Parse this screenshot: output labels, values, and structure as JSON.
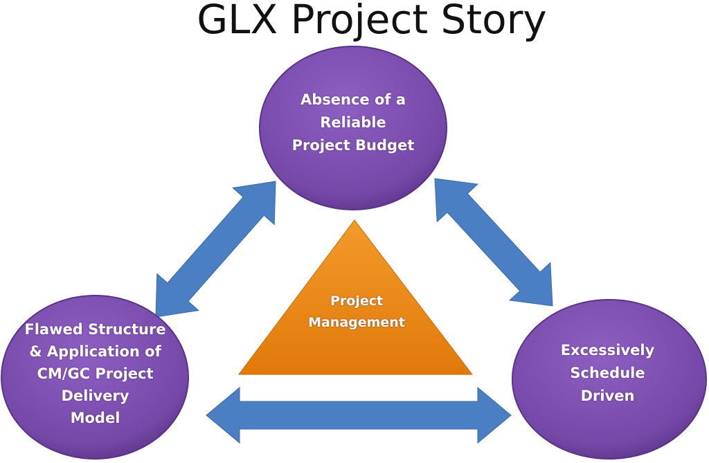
{
  "title": "GLX Project Story",
  "nodes": {
    "top": {
      "lines": [
        "Absence of a",
        "Reliable",
        "Project Budget"
      ]
    },
    "left": {
      "lines": [
        "Flawed Structure",
        "& Application of",
        "CM/GC Project",
        "Delivery",
        "Model"
      ]
    },
    "right": {
      "lines": [
        "Excessively",
        "Schedule",
        "Driven"
      ]
    },
    "center": {
      "lines": [
        "Project",
        "Management"
      ]
    }
  },
  "colors": {
    "circle": "#7b4fae",
    "triangle": "#e8820f",
    "arrow": "#4a7fc3"
  }
}
